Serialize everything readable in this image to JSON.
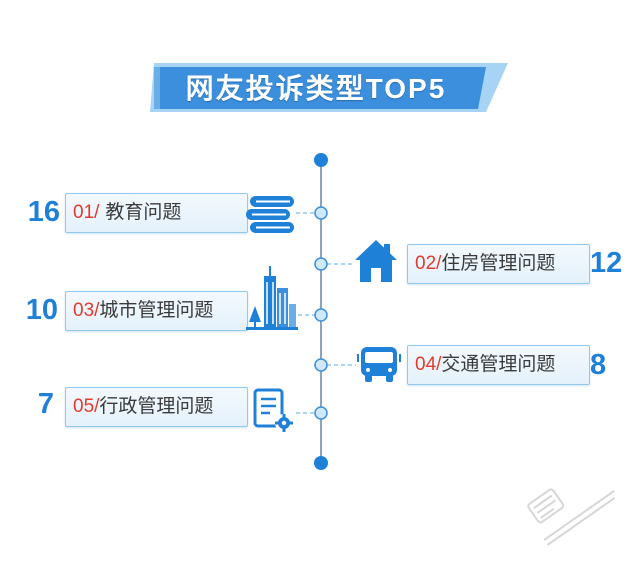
{
  "title": "网友投诉类型TOP5",
  "colors": {
    "accent": "#1f80d8",
    "banner_dark": "#3b8fdc",
    "banner_light": "#a7d3f4",
    "rank_red": "#e23a2e",
    "box_border": "#8fc9ee",
    "box_fill": "#eaf5fd"
  },
  "items": [
    {
      "count": 16,
      "rank": "01/",
      "label": "教育问题",
      "icon": "books-icon"
    },
    {
      "count": 12,
      "rank": "02/",
      "label": "住房管理问题",
      "icon": "house-icon"
    },
    {
      "count": 10,
      "rank": "03/",
      "label": "城市管理问题",
      "icon": "city-buildings-icon"
    },
    {
      "count": 8,
      "rank": "04/",
      "label": "交通管理问题",
      "icon": "bus-icon"
    },
    {
      "count": 7,
      "rank": "05/",
      "label": "行政管理问题",
      "icon": "document-gear-icon"
    }
  ]
}
